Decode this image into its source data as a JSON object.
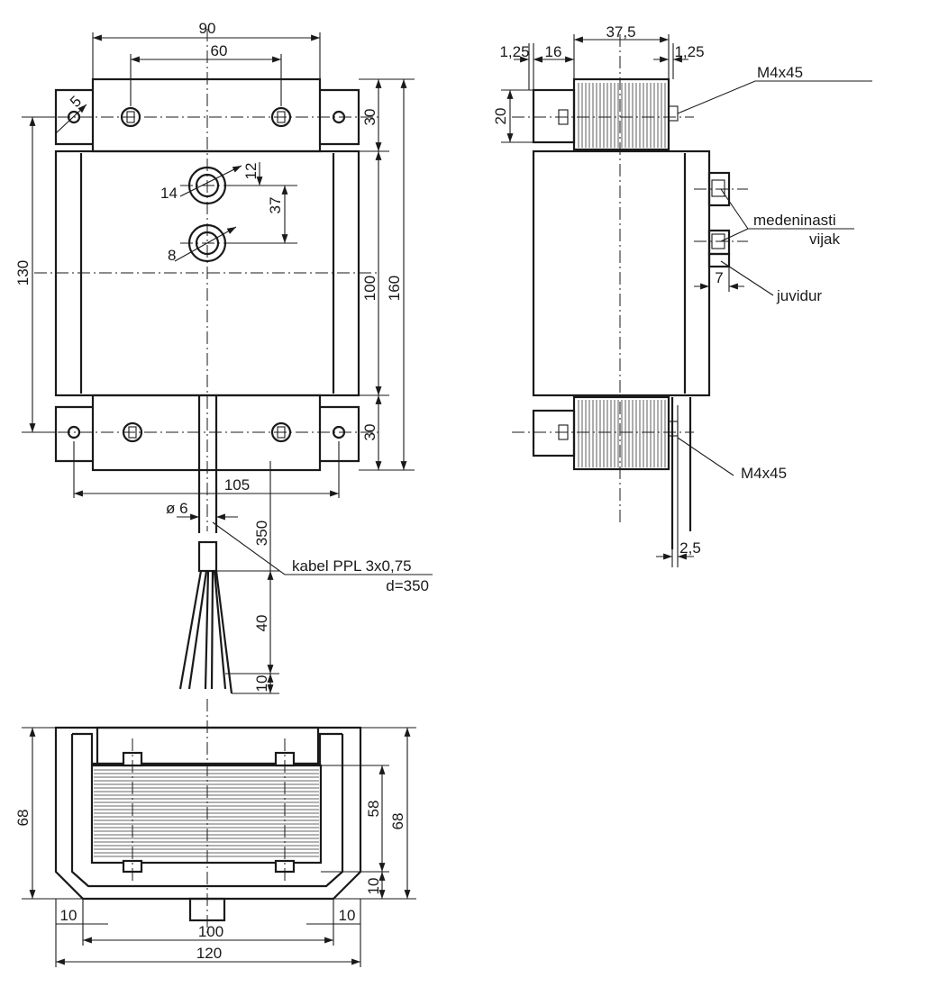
{
  "dimensions": {
    "top_width_90": "90",
    "top_width_60": "60",
    "hole_5": "5",
    "height_130": "130",
    "height_100": "100",
    "height_160": "160",
    "bracket_30_top": "30",
    "bracket_30_bottom": "30",
    "spacing_37": "37",
    "dia_14": "14",
    "dia_12": "12",
    "dia_8": "8",
    "width_105": "105",
    "cable_dia": "ø 6",
    "cable_350": "350",
    "lead_40": "40",
    "lead_10": "10",
    "side_125_left": "1,25",
    "side_16": "16",
    "side_375": "37,5",
    "side_125_right": "1,25",
    "side_20": "20",
    "side_7": "7",
    "side_25": "2,5",
    "bottom_68_left": "68",
    "bottom_58": "58",
    "bottom_68_right": "68",
    "bottom_10_right": "10",
    "bottom_10_left": "10",
    "bottom_10_right_h": "10",
    "bottom_100": "100",
    "bottom_120": "120"
  },
  "labels": {
    "screw_top": "M4x45",
    "screw_bottom": "M4x45",
    "brass_1": "medeninasti",
    "brass_2": "vijak",
    "insulator": "juvidur",
    "cable_1": "kabel PPL 3x0,75",
    "cable_2": "d=350"
  }
}
